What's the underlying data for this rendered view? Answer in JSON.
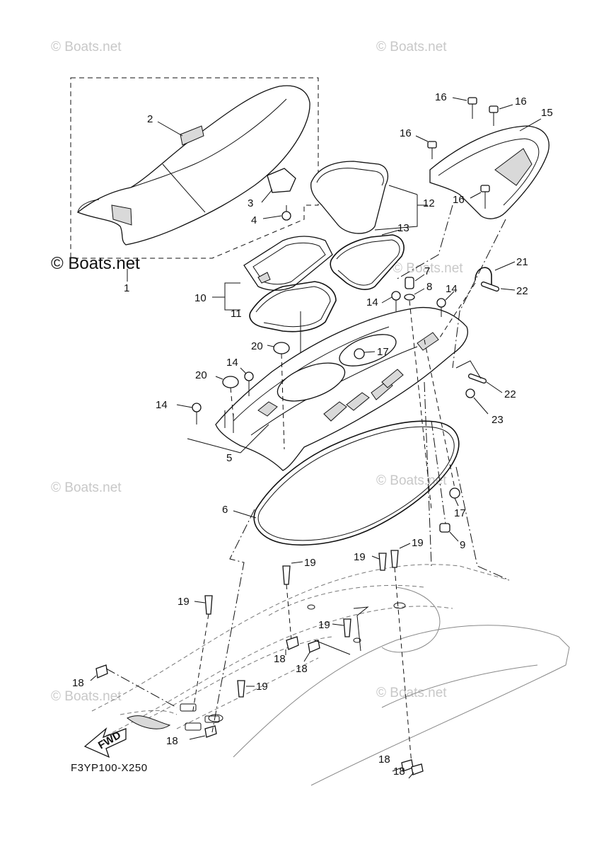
{
  "watermark": "© Boats.net",
  "diagram_code": "F3YP100-X250",
  "fwd_label": "FWD",
  "callouts": [
    {
      "id": "c1",
      "text": "1"
    },
    {
      "id": "c2",
      "text": "2"
    },
    {
      "id": "c3",
      "text": "3"
    },
    {
      "id": "c4",
      "text": "4"
    },
    {
      "id": "c5",
      "text": "5"
    },
    {
      "id": "c6",
      "text": "6"
    },
    {
      "id": "c7",
      "text": "7"
    },
    {
      "id": "c8",
      "text": "8"
    },
    {
      "id": "c9",
      "text": "9"
    },
    {
      "id": "c10",
      "text": "10"
    },
    {
      "id": "c11",
      "text": "11"
    },
    {
      "id": "c12",
      "text": "12"
    },
    {
      "id": "c13",
      "text": "13"
    },
    {
      "id": "c14a",
      "text": "14"
    },
    {
      "id": "c14b",
      "text": "14"
    },
    {
      "id": "c14c",
      "text": "14"
    },
    {
      "id": "c14d",
      "text": "14"
    },
    {
      "id": "c15",
      "text": "15"
    },
    {
      "id": "c16a",
      "text": "16"
    },
    {
      "id": "c16b",
      "text": "16"
    },
    {
      "id": "c16c",
      "text": "16"
    },
    {
      "id": "c16d",
      "text": "16"
    },
    {
      "id": "c17a",
      "text": "17"
    },
    {
      "id": "c17b",
      "text": "17"
    },
    {
      "id": "c18a",
      "text": "18"
    },
    {
      "id": "c18b",
      "text": "18"
    },
    {
      "id": "c18c",
      "text": "18"
    },
    {
      "id": "c18d",
      "text": "18"
    },
    {
      "id": "c18e",
      "text": "18"
    },
    {
      "id": "c18f",
      "text": "18"
    },
    {
      "id": "c19a",
      "text": "19"
    },
    {
      "id": "c19b",
      "text": "19"
    },
    {
      "id": "c19c",
      "text": "19"
    },
    {
      "id": "c19d",
      "text": "19"
    },
    {
      "id": "c19e",
      "text": "19"
    },
    {
      "id": "c19f",
      "text": "19"
    },
    {
      "id": "c20a",
      "text": "20"
    },
    {
      "id": "c20b",
      "text": "20"
    },
    {
      "id": "c21",
      "text": "21"
    },
    {
      "id": "c22a",
      "text": "22"
    },
    {
      "id": "c22b",
      "text": "22"
    },
    {
      "id": "c23",
      "text": "23"
    }
  ]
}
